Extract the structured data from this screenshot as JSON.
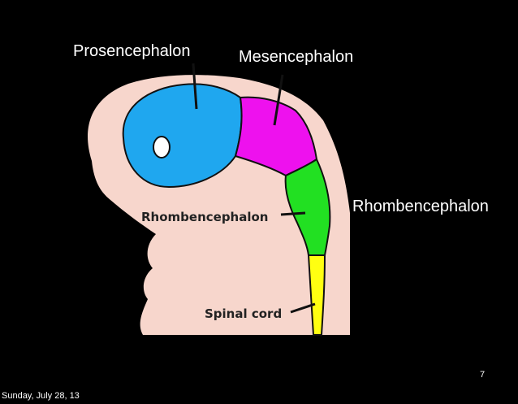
{
  "labels": {
    "prosencephalon": "Prosencephalon",
    "mesencephalon": "Mesencephalon",
    "rhombencephalon_right": "Rhombencephalon",
    "rhombencephalon_inner": "Rhombencephalon",
    "spinal_cord": "Spinal cord"
  },
  "colors": {
    "background": "#000000",
    "head": "#f7d6cc",
    "prosencephalon": "#1fa7ef",
    "mesencephalon": "#ee11ee",
    "rhombencephalon": "#22e022",
    "spinal_cord": "#ffff11",
    "outline": "#111111"
  },
  "slide": {
    "number": "7",
    "date": "Sunday, July 28, 13"
  }
}
